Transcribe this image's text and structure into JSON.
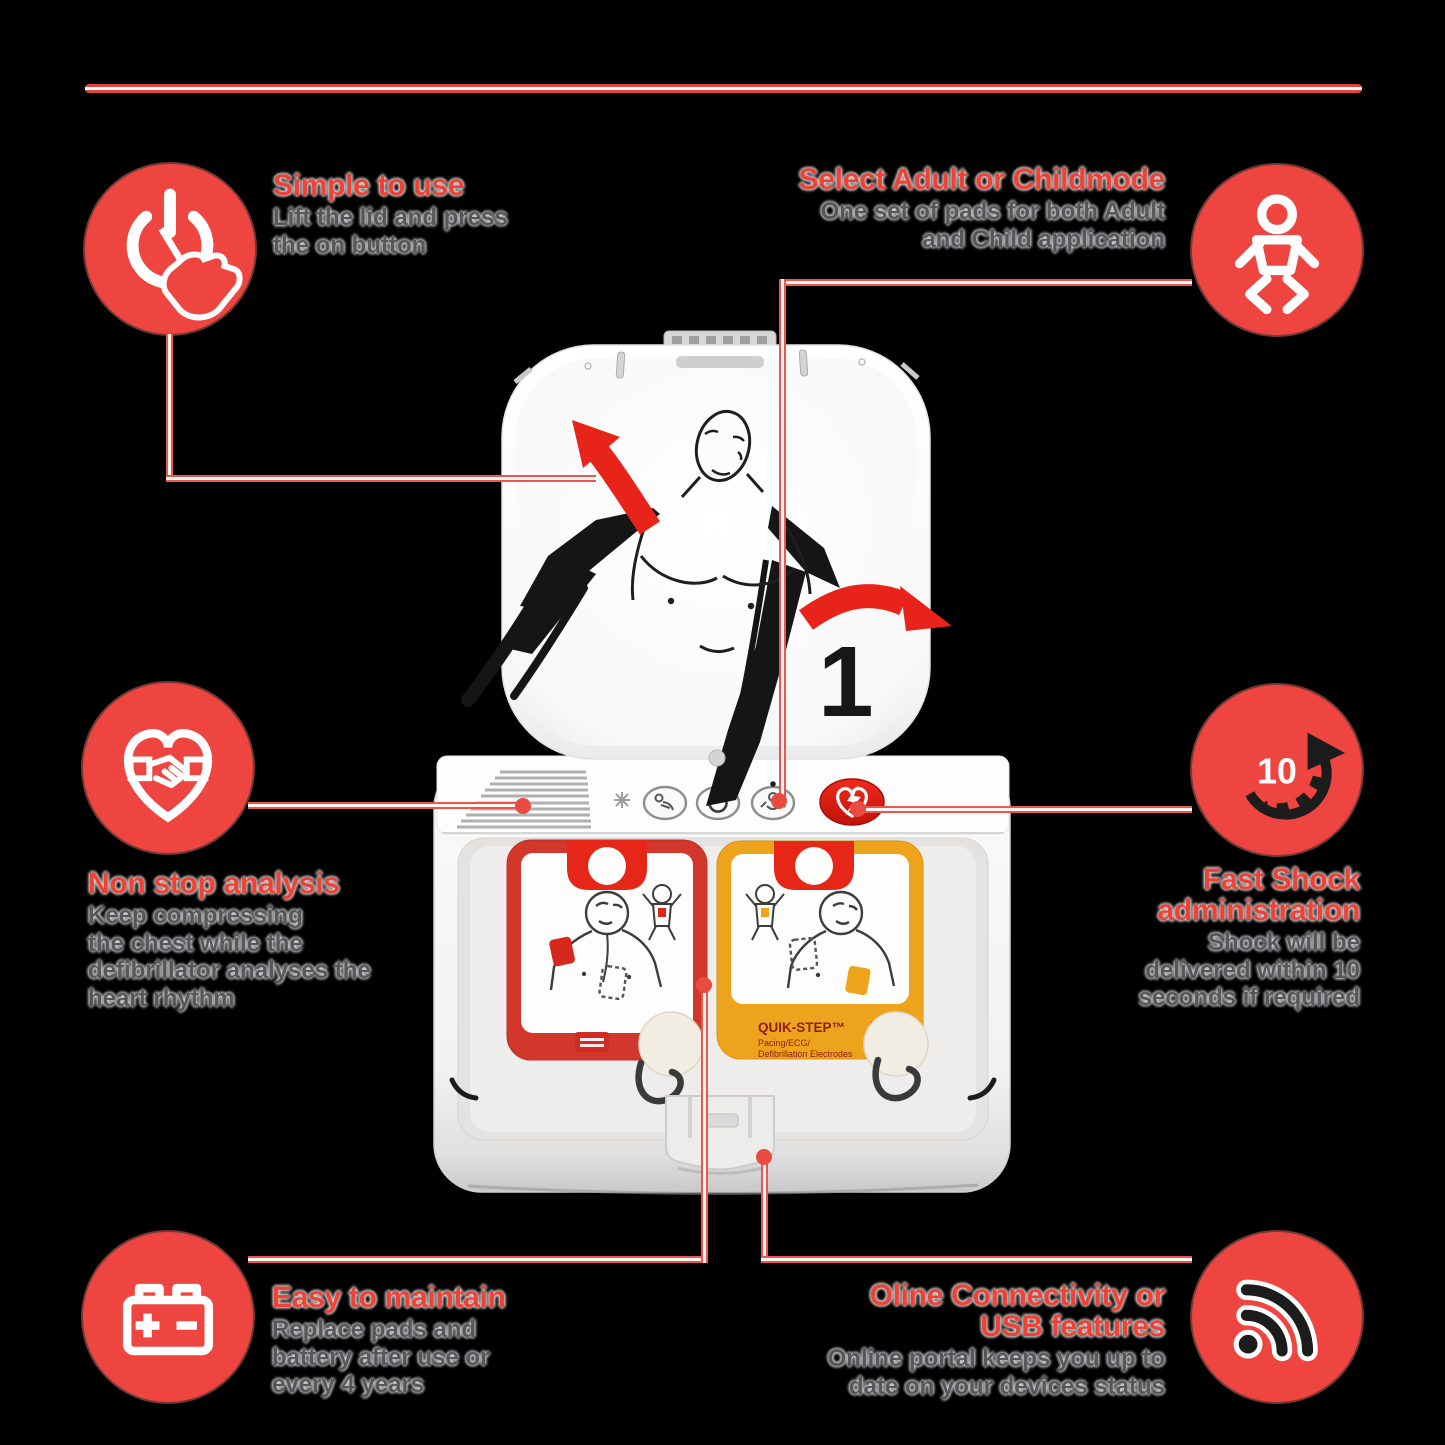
{
  "features": {
    "simple_to_use": {
      "title": "Simple to use",
      "body": "Lift the lid and press\nthe on button",
      "icon": "power-press-icon"
    },
    "select_mode": {
      "title": "Select Adult or Childmode",
      "body": "One set of pads for both Adult\nand Child application",
      "icon": "baby-icon"
    },
    "non_stop": {
      "title": "Non stop analysis",
      "body": "Keep compressing\nthe chest while the\ndefibrillator analyses the\nheart rhythm",
      "icon": "heart-hands-icon"
    },
    "fast_shock": {
      "title": "Fast Shock\nadministration",
      "body": "Shock will be\ndelivered within 10\nseconds if required",
      "icon": "timer-10-icon",
      "icon_label": "10"
    },
    "easy_maintain": {
      "title": "Easy to maintain",
      "body": "Replace pads and\nbattery after use or\nevery 4 years",
      "icon": "battery-icon"
    },
    "connectivity": {
      "title": "Oline Connectivity or\nUSB features",
      "body": "Online portal keeps you up to\ndate on your devices status",
      "icon": "wifi-icon"
    }
  },
  "device": {
    "lid_step_number": "1",
    "right_pad": {
      "line1": "QUIK-STEP™",
      "line2": "Pacing/ECG/",
      "line3": "Defibrillation Electrodes"
    }
  },
  "colors": {
    "accent_red": "#ee4237",
    "line_red": "#e6594e",
    "body_text": "#56575b",
    "pad_red": "#d2372b",
    "pad_yellow": "#eea31d",
    "handle_red": "#e62717",
    "background": "#000000"
  }
}
